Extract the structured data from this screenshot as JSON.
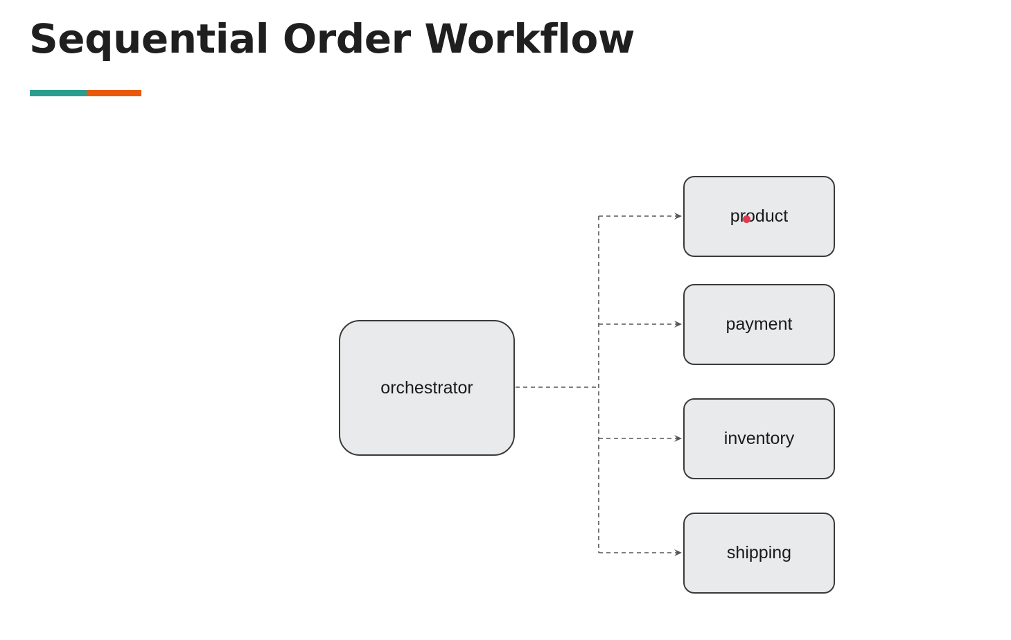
{
  "slide": {
    "title": "Sequential Order Workflow",
    "accent_colors": [
      "#2a9d8f",
      "#e8590c"
    ]
  },
  "diagram": {
    "orchestrator": "orchestrator",
    "services": [
      "product",
      "payment",
      "inventory",
      "shipping"
    ]
  }
}
